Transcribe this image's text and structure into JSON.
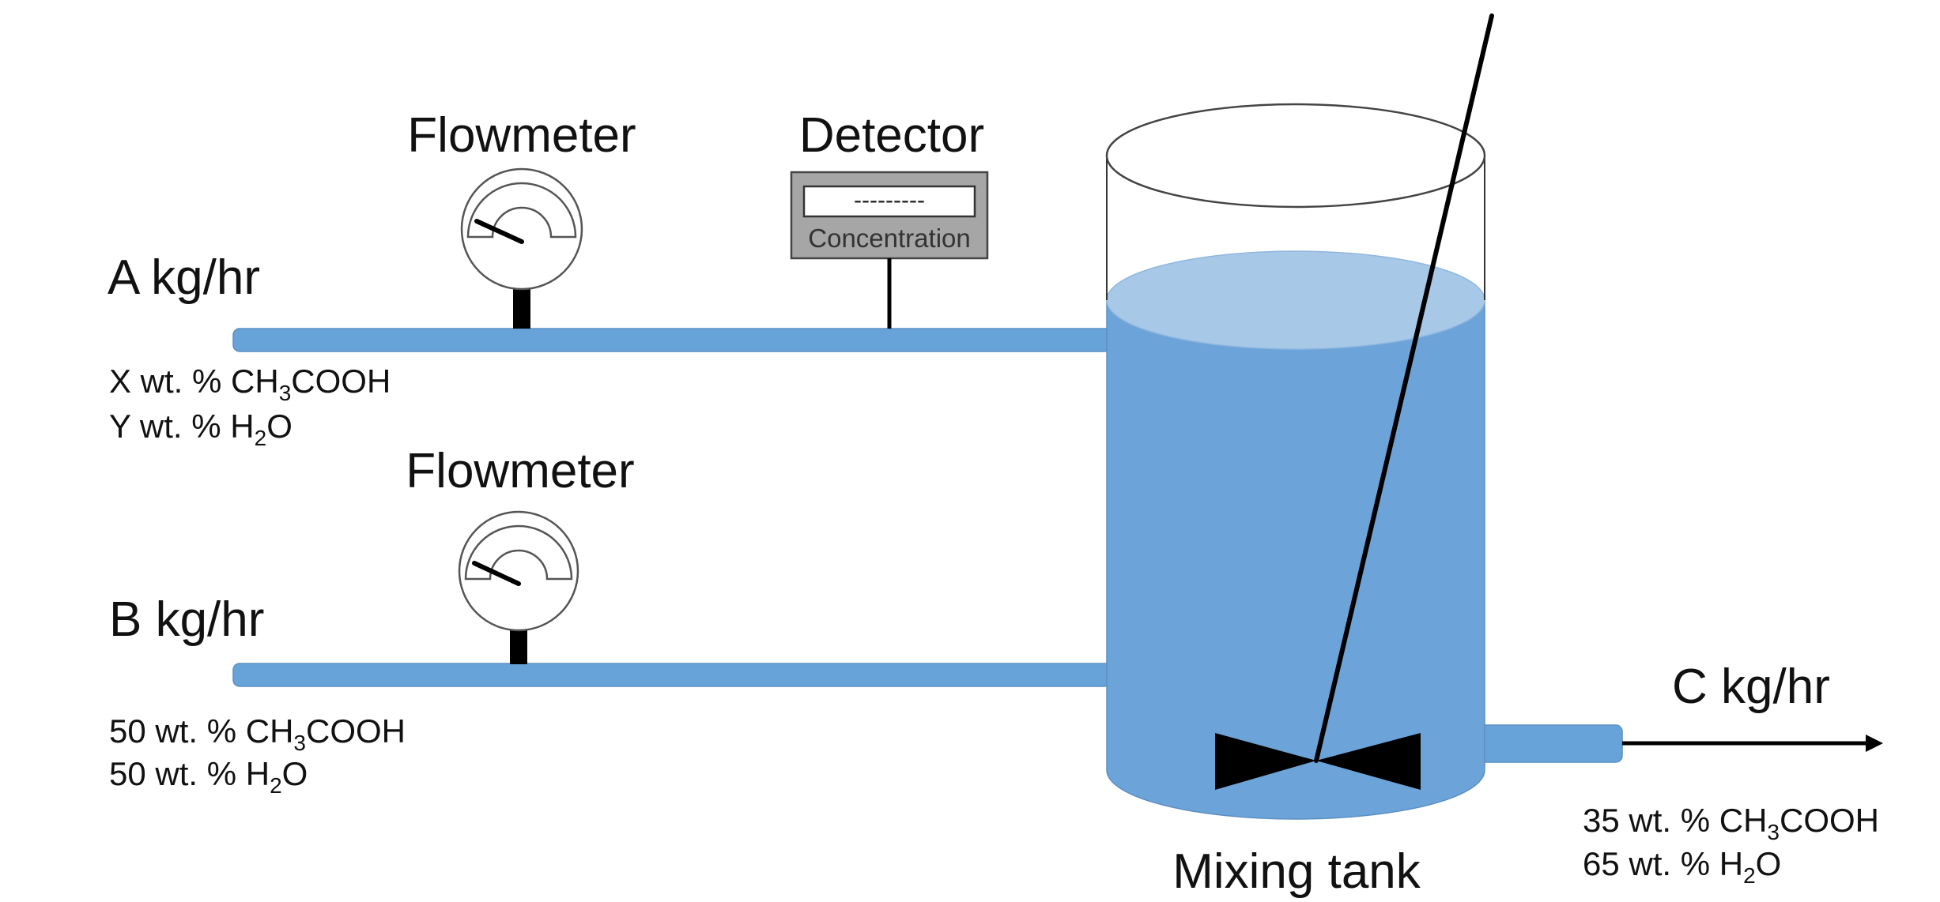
{
  "title": "Mixing tank process diagram",
  "colors": {
    "pipe": "#67a3d9",
    "pipe_stroke": "#5b8fc4",
    "liquid": "#6ca4d9",
    "liquid_surface": "#a8c8e8",
    "detector_body": "#a6a6a6",
    "ink": "#000000"
  },
  "streams": {
    "A": {
      "flow_label": "A kg/hr",
      "composition": [
        {
          "prefix": "X wt. % CH",
          "sub": "3",
          "suffix": "COOH"
        },
        {
          "prefix": "Y wt. % H",
          "sub": "2",
          "suffix": "O"
        }
      ]
    },
    "B": {
      "flow_label": "B kg/hr",
      "composition": [
        {
          "prefix": "50 wt. % CH",
          "sub": "3",
          "suffix": "COOH"
        },
        {
          "prefix": "50 wt. % H",
          "sub": "2",
          "suffix": "O"
        }
      ]
    },
    "C": {
      "flow_label": "C kg/hr",
      "composition": [
        {
          "prefix": "35 wt. % CH",
          "sub": "3",
          "suffix": "COOH"
        },
        {
          "prefix": "65 wt. % H",
          "sub": "2",
          "suffix": "O"
        }
      ]
    }
  },
  "instruments": {
    "flowmeter_a_label": "Flowmeter",
    "flowmeter_b_label": "Flowmeter",
    "detector_label": "Detector",
    "detector_display": "---------",
    "detector_caption": "Concentration"
  },
  "tank": {
    "label": "Mixing tank"
  }
}
